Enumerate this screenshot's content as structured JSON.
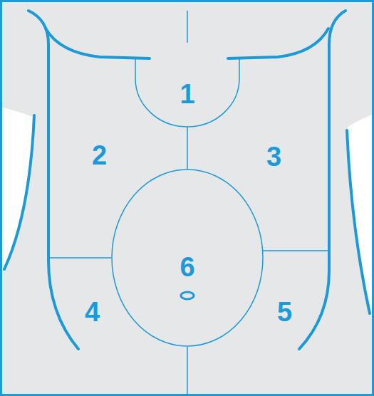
{
  "diagram": {
    "nodes": [
      {
        "text": [
          "1"
        ]
      },
      {
        "text": [
          "6"
        ]
      }
    ],
    "edges": [
      {
        "from": 0,
        "to": 1,
        "arrow": "none"
      }
    ],
    "labels": [
      "2",
      "3",
      "4",
      "5"
    ]
  }
}
